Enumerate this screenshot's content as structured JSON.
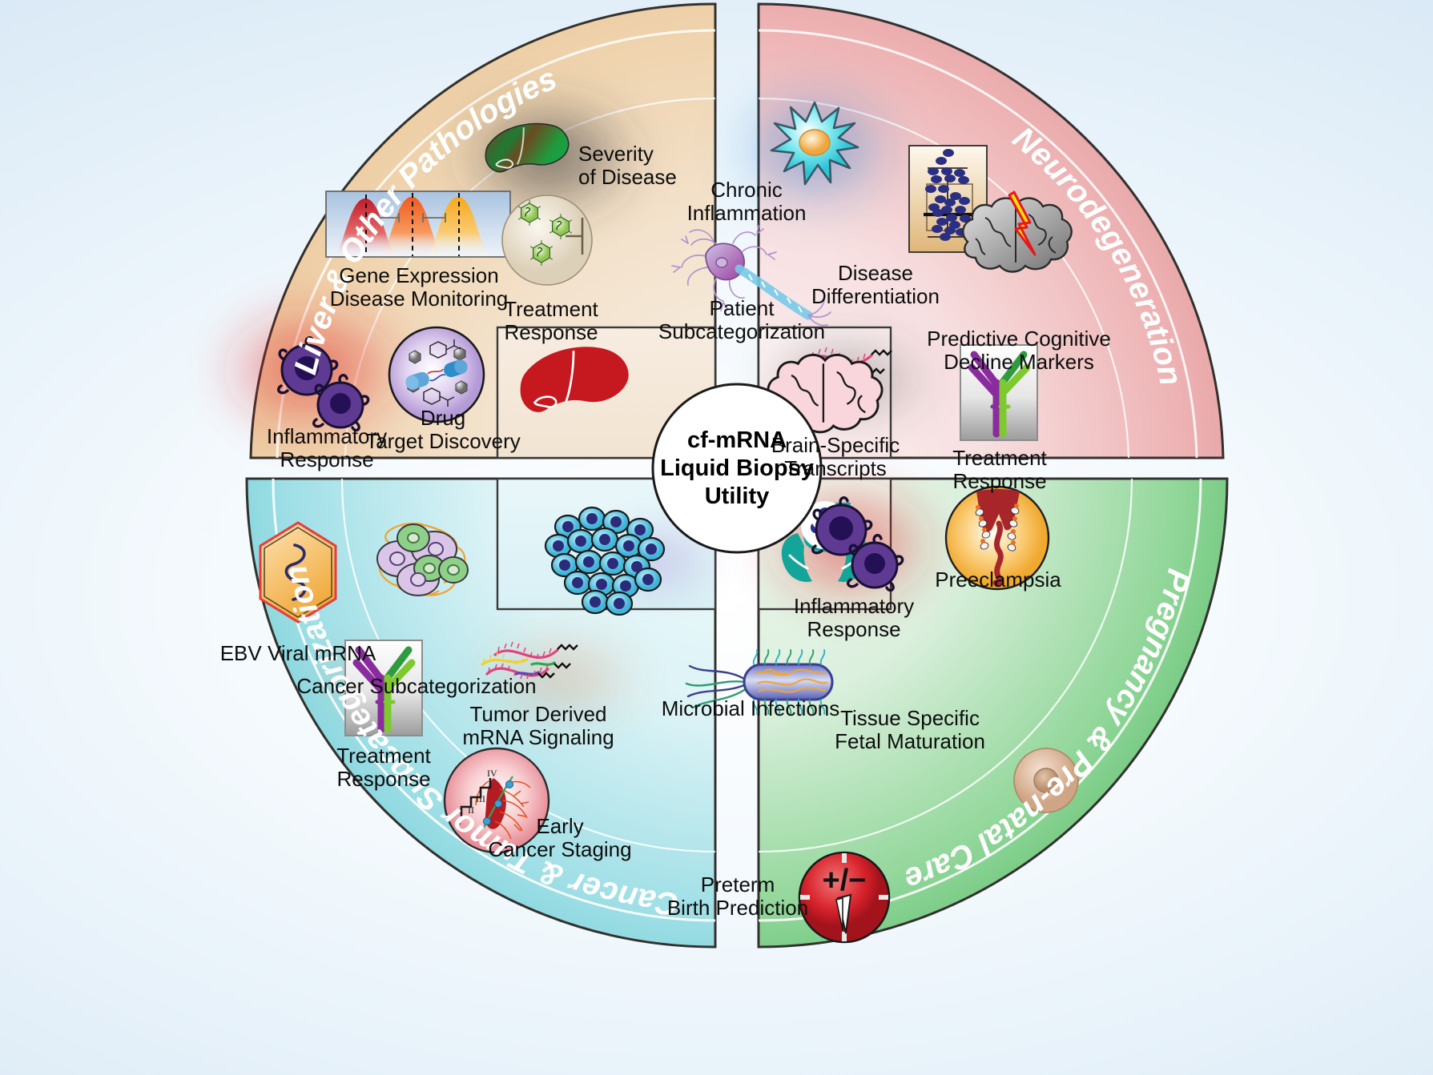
{
  "figure": {
    "center": {
      "line1": "cf-mRNA",
      "line2": "Liquid Biopsy",
      "line3": "Utility",
      "full": "cf-mRNA\nLiquid Biopsy\nUtility"
    },
    "background_color": "#dce9f5"
  },
  "quadrants": [
    {
      "id": "liver",
      "arc_title": "Liver & Other Pathologies",
      "accent": "#e8bd8c",
      "fill_outer": "#e9c193",
      "fill_inner": "#f6ece0",
      "items": [
        {
          "label": "Severity\nof Disease",
          "icon": "liver-green-brown-icon"
        },
        {
          "label": "Gene Expression\nDisease Monitoring",
          "icon": "gene-expression-curves-icon"
        },
        {
          "label": "Treatment\nResponse",
          "icon": "virus-particles-circle-icon"
        },
        {
          "label": "Inflammatory\nResponse",
          "icon": "inflammatory-cells-icon"
        },
        {
          "label": "Drug\nTarget Discovery",
          "icon": "drug-capsule-dna-icon"
        }
      ],
      "center_box_icon": "red-liver-icon"
    },
    {
      "id": "neuro",
      "arc_title": "Neurodegeneration",
      "accent": "#de8b8b",
      "fill_outer": "#dd8e8e",
      "fill_inner": "#fbf0f1",
      "items": [
        {
          "label": "Chronic\nInflammation",
          "icon": "astrocyte-cell-icon"
        },
        {
          "label": "Disease\nDifferentiation",
          "icon": "box-plot-scatter-icon"
        },
        {
          "label": "Patient\nSubcategorization",
          "icon": "neuron-icon"
        },
        {
          "label": "Predictive Cognitive\nDecline Markers",
          "icon": "brain-lightning-icon"
        },
        {
          "label": "Brain-Specific\nTranscripts",
          "icon": "mrna-strands-icon"
        },
        {
          "label": "Treatment\nResponse",
          "icon": "antibody-icon"
        }
      ],
      "center_box_icon": "pink-brain-icon"
    },
    {
      "id": "cancer",
      "arc_title": "Cancer & Tumor Subcategorization",
      "accent": "#5ec4cd",
      "fill_outer": "#5ec6cf",
      "fill_inner": "#e8f7f9",
      "items": [
        {
          "label": "EBV Viral mRNA",
          "icon": "virus-capsid-hexagon-icon"
        },
        {
          "label": "Cancer Subcategorization",
          "icon": "mixed-tumor-cells-icon"
        },
        {
          "label": "Treatment\nResponse",
          "icon": "antibody-icon"
        },
        {
          "label": "Tumor Derived\nmRNA Signaling",
          "icon": "mrna-strands-icon"
        },
        {
          "label": "Early\nCancer Staging",
          "icon": "cancer-staging-circle-icon"
        }
      ],
      "center_box_icon": "tumor-cell-cluster-icon"
    },
    {
      "id": "pregnancy",
      "arc_title": "Pregnancy & Pre-natal Care",
      "accent": "#48b css",
      "fill_outer": "#46b655",
      "fill_inner": "#e8f6ea",
      "items": [
        {
          "label": "Inflammatory\nResponse",
          "icon": "inflammatory-cells-icon"
        },
        {
          "label": "Preeclampsia",
          "icon": "placenta-spiral-artery-icon"
        },
        {
          "label": "Microbial Infections",
          "icon": "bacterium-icon"
        },
        {
          "label": "Tissue Specific\nFetal Maturation",
          "icon": "cell-nucleus-icon"
        },
        {
          "label": "Preterm\nBirth Prediction",
          "icon": "plus-minus-gauge-icon"
        }
      ],
      "center_box_icon": "hands-holding-baby-icon"
    }
  ],
  "gauge": {
    "symbol": "+/−"
  },
  "staging": {
    "ticks": [
      "I",
      "II",
      "III",
      "IV"
    ]
  }
}
